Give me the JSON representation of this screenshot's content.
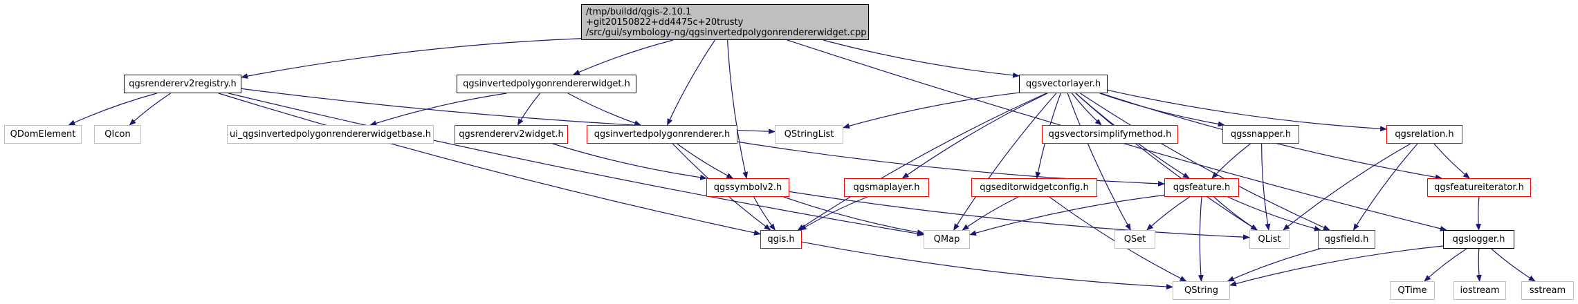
{
  "colors": {
    "edge": "#191970",
    "root_fill": "#bfbfbf",
    "documented_border": "#000000",
    "error_border": "#ff0000",
    "external_border": "#bfbfbf"
  },
  "root": {
    "lines": [
      "/tmp/buildd/qgis-2.10.1",
      "+git20150822+dd4475c+20trusty",
      "/src/gui/symbology-ng/qgsinvertedpolygonrendererwidget.cpp"
    ]
  },
  "nodes": {
    "qgsrendererv2registry": "qgsrendererv2registry.h",
    "qgsinvertedpolygonrendererwidget": "qgsinvertedpolygonrendererwidget.h",
    "qgsvectorlayer": "qgsvectorlayer.h",
    "qdomelement": "QDomElement",
    "qicon": "QIcon",
    "ui_widgetbase": "ui_qgsinvertedpolygonrendererwidgetbase.h",
    "qgsrendererv2widget": "qgsrendererv2widget.h",
    "qgsinvertedpolygonrenderer": "qgsinvertedpolygonrenderer.h",
    "qstringlist": "QStringList",
    "qgsvectorsimplifymethod": "qgsvectorsimplifymethod.h",
    "qgssnapper": "qgssnapper.h",
    "qgsrelation": "qgsrelation.h",
    "qgssymbolv2": "qgssymbolv2.h",
    "qgsmaplayer": "qgsmaplayer.h",
    "qgseditorwidgetconfig": "qgseditorwidgetconfig.h",
    "qgsfeature": "qgsfeature.h",
    "qgsfeatureiterator": "qgsfeatureiterator.h",
    "qgis": "qgis.h",
    "qmap": "QMap",
    "qset": "QSet",
    "qlist": "QList",
    "qgsfield": "qgsfield.h",
    "qgslogger": "qgslogger.h",
    "qstring": "QString",
    "qtime": "QTime",
    "iostream": "iostream",
    "sstream": "sstream"
  },
  "edges": [
    [
      "root",
      "qgsrendererv2registry"
    ],
    [
      "root",
      "qgsinvertedpolygonrendererwidget"
    ],
    [
      "root",
      "qgsinvertedpolygonrenderer"
    ],
    [
      "root",
      "qgssymbolv2"
    ],
    [
      "root",
      "qgsvectorlayer"
    ],
    [
      "root",
      "qgslogger"
    ],
    [
      "qgsrendererv2registry",
      "qdomelement"
    ],
    [
      "qgsrendererv2registry",
      "qicon"
    ],
    [
      "qgsrendererv2registry",
      "qstringlist"
    ],
    [
      "qgsrendererv2registry",
      "qgis"
    ],
    [
      "qgsrendererv2registry",
      "qmap"
    ],
    [
      "qgsinvertedpolygonrendererwidget",
      "ui_widgetbase"
    ],
    [
      "qgsinvertedpolygonrendererwidget",
      "qgsrendererv2widget"
    ],
    [
      "qgsinvertedpolygonrendererwidget",
      "qgsinvertedpolygonrenderer"
    ],
    [
      "qgsrendererv2widget",
      "qgssymbolv2"
    ],
    [
      "qgsinvertedpolygonrenderer",
      "qgssymbolv2"
    ],
    [
      "qgsinvertedpolygonrenderer",
      "qgis"
    ],
    [
      "qgsinvertedpolygonrenderer",
      "qgsfeature"
    ],
    [
      "qgsvectorlayer",
      "qstringlist"
    ],
    [
      "qgsvectorlayer",
      "qgsvectorsimplifymethod"
    ],
    [
      "qgsvectorlayer",
      "qgssnapper"
    ],
    [
      "qgsvectorlayer",
      "qgsrelation"
    ],
    [
      "qgsvectorlayer",
      "qgsmaplayer"
    ],
    [
      "qgsvectorlayer",
      "qgseditorwidgetconfig"
    ],
    [
      "qgsvectorlayer",
      "qgsfeature"
    ],
    [
      "qgsvectorlayer",
      "qgsfeatureiterator"
    ],
    [
      "qgsvectorlayer",
      "qgis"
    ],
    [
      "qgsvectorlayer",
      "qmap"
    ],
    [
      "qgsvectorlayer",
      "qset"
    ],
    [
      "qgsvectorlayer",
      "qlist"
    ],
    [
      "qgsvectorlayer",
      "qgsfield"
    ],
    [
      "qgssymbolv2",
      "qgis"
    ],
    [
      "qgssymbolv2",
      "qmap"
    ],
    [
      "qgssymbolv2",
      "qlist"
    ],
    [
      "qgsmaplayer",
      "qgis"
    ],
    [
      "qgseditorwidgetconfig",
      "qmap"
    ],
    [
      "qgseditorwidgetconfig",
      "qstring"
    ],
    [
      "qgssnapper",
      "qgsfeature"
    ],
    [
      "qgssnapper",
      "qlist"
    ],
    [
      "qgsrelation",
      "qgsfeatureiterator"
    ],
    [
      "qgsrelation",
      "qgsfield"
    ],
    [
      "qgsrelation",
      "qlist"
    ],
    [
      "qgsfeature",
      "qmap"
    ],
    [
      "qgsfeature",
      "qset"
    ],
    [
      "qgsfeature",
      "qlist"
    ],
    [
      "qgsfeature",
      "qgsfield"
    ],
    [
      "qgsfeature",
      "qstring"
    ],
    [
      "qgsfeatureiterator",
      "qgslogger"
    ],
    [
      "qgis",
      "qstring"
    ],
    [
      "qgsfield",
      "qstring"
    ],
    [
      "qgslogger",
      "qstring"
    ],
    [
      "qgslogger",
      "qtime"
    ],
    [
      "qgslogger",
      "iostream"
    ],
    [
      "qgslogger",
      "sstream"
    ]
  ]
}
